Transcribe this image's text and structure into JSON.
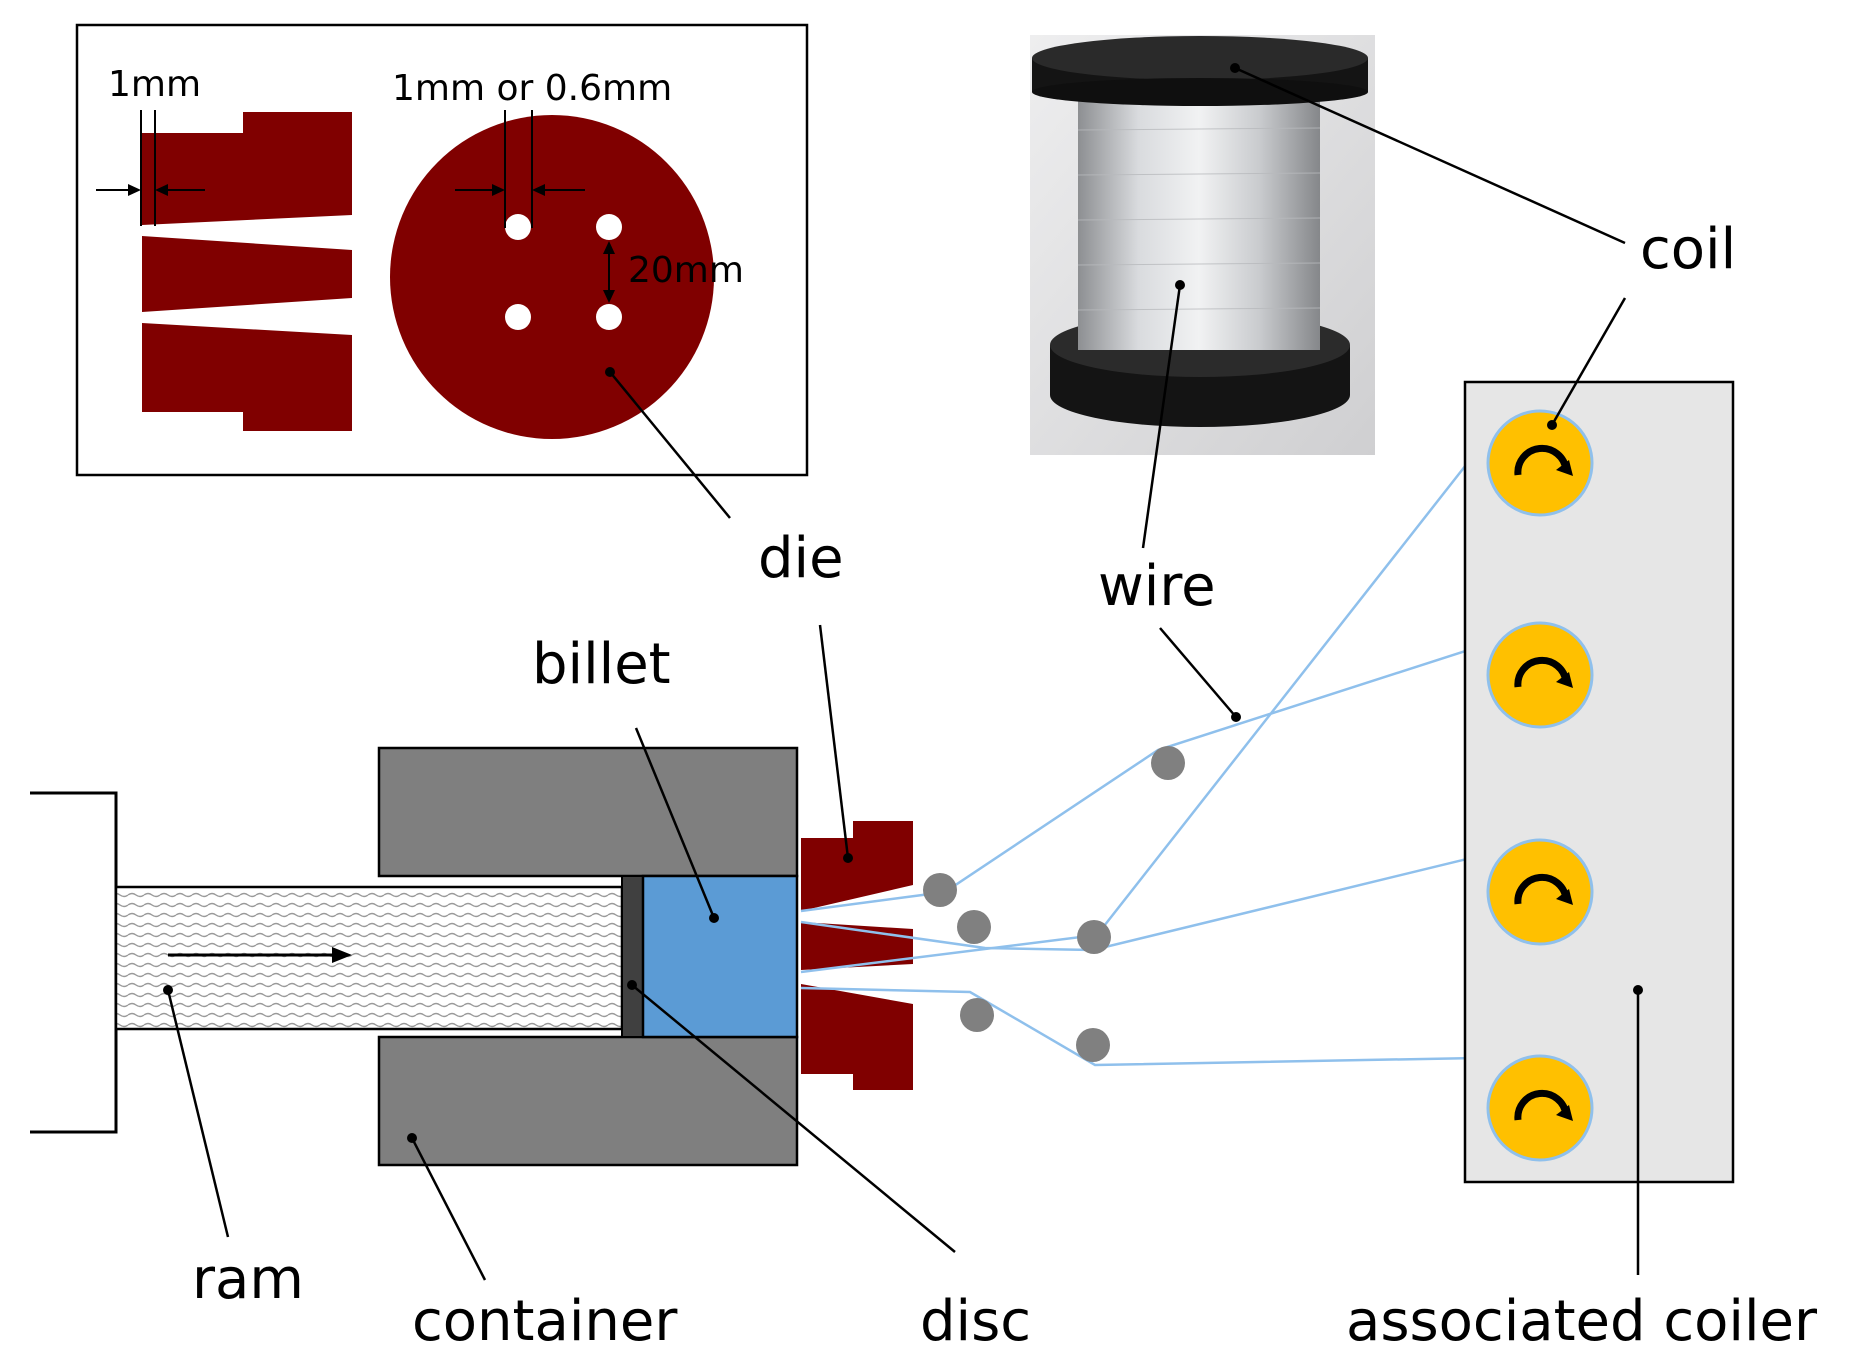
{
  "labels": {
    "coil": "coil",
    "die": "die",
    "wire": "wire",
    "billet": "billet",
    "ram": "ram",
    "container": "container",
    "disc": "disc",
    "associated_coiler": "associated coiler"
  },
  "dimensions": {
    "slot_width": "1mm",
    "hole_diameter": "1mm or 0.6mm",
    "hole_spacing": "20mm"
  },
  "colors": {
    "die": "#800000",
    "billet": "#5b9bd5",
    "container": "#7f7f7f",
    "coil": "#ffc000",
    "coil_ring": "#8fc0ec",
    "wire": "#8fc0ec",
    "coiler_panel": "#e6e6e6",
    "roller": "#808080"
  },
  "icons": {
    "coil": "clockwise-arrow-icon",
    "spool_photo": "wire-spool-image"
  }
}
